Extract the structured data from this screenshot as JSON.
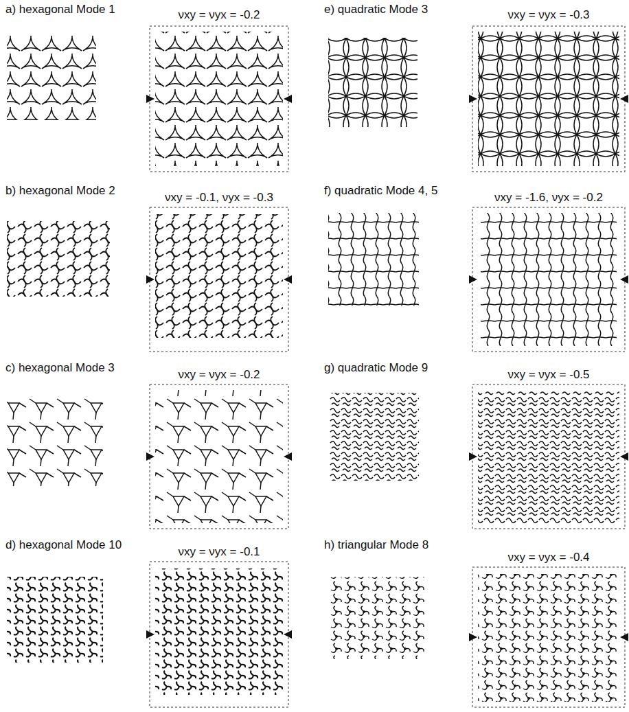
{
  "diagram": {
    "labels": [
      "a) hexagonal Mode 1",
      "νxy = νyx = -0.2",
      "e) quadratic Mode 3",
      "νxy = νyx = -0.3",
      "b) hexagonal Mode 2",
      "νxy = -0.1, νyx = -0.3",
      "f) quadratic Mode 4, 5",
      "νxy = -1.6, νyx = -0.2",
      "c) hexagonal Mode 3",
      "νxy = νyx = -0.2",
      "g) quadratic Mode 9",
      "νxy = νyx = -0.5",
      "d) hexagonal Mode 10",
      "νxy = νyx = -0.1",
      "h) triangular Mode 8",
      "νxy = νyx = -0.4"
    ]
  }
}
